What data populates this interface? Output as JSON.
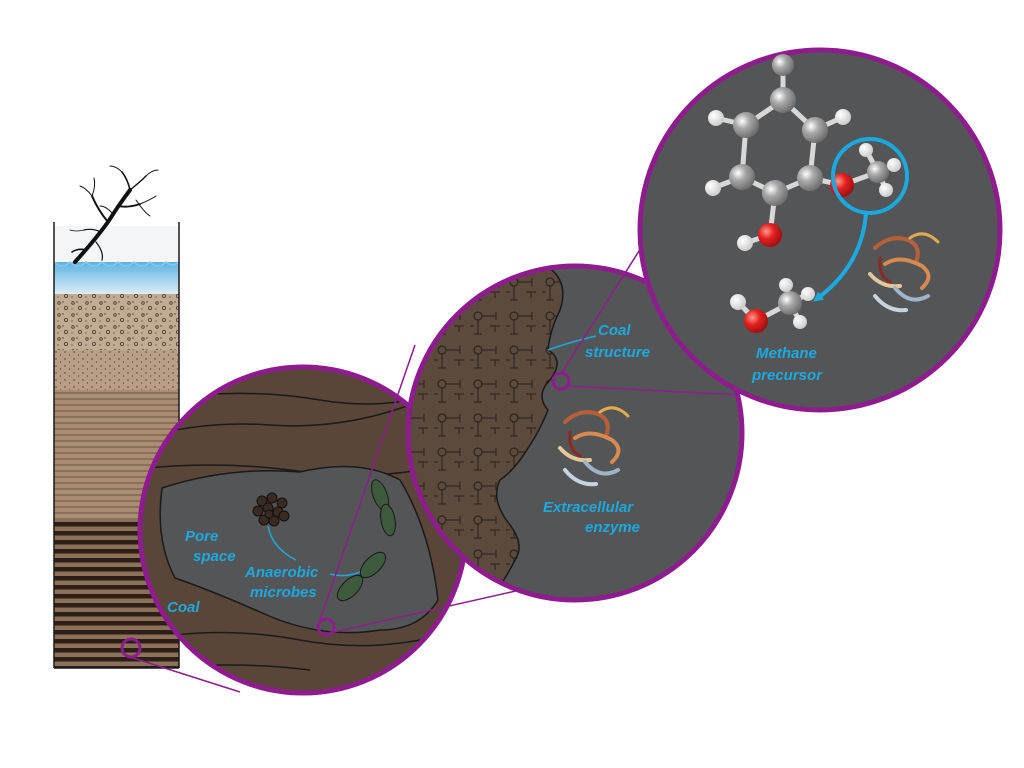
{
  "colors": {
    "label": "#1BA9E1",
    "ring": "#8E1C8E",
    "coal": "#5A4638",
    "pore": "#545556",
    "water": "#7FC6E8",
    "microbe": "#3E5A3C",
    "oxygen": "#E4201F",
    "carbon": "#9A9A9A",
    "hydrogen": "#F2F2F2"
  },
  "labels": {
    "pore_space": [
      "Pore",
      "space"
    ],
    "anaerobic_microbes": [
      "Anaerobic",
      "microbes"
    ],
    "coal": "Coal",
    "coal_structure": [
      "Coal",
      "structure"
    ],
    "extracellular_enzyme": [
      "Extracellular",
      "enzyme"
    ],
    "methane_precursor": [
      "Methane",
      "precursor"
    ]
  },
  "icons": {
    "tree": "bare-tree-icon",
    "microbe_cluster": "cocci-cluster-icon",
    "rod_microbes": "rod-bacteria-icon",
    "enzyme": "protein-ribbon-icon",
    "molecule": "ball-and-stick-molecule-icon",
    "arrow": "curved-arrow-icon"
  }
}
